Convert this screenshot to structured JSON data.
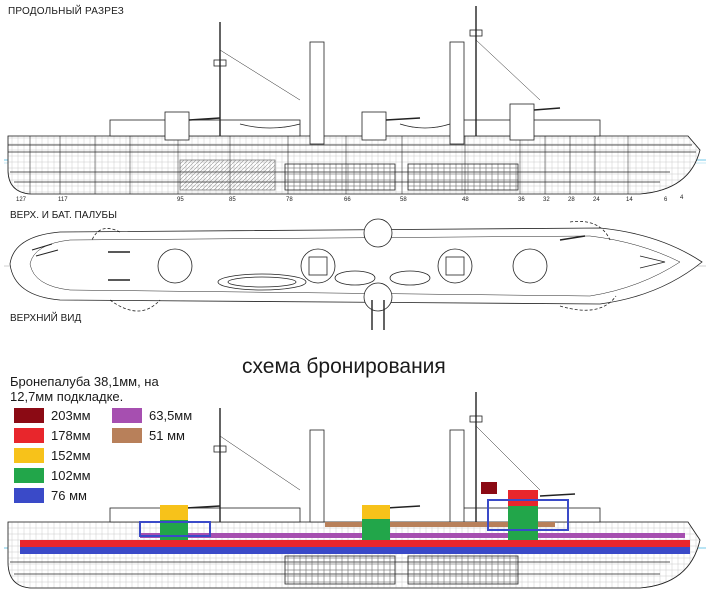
{
  "labels": {
    "section_profile": "ПРОДОЛЬНЫЙ РАЗРЕЗ",
    "section_decks": "ВЕРХ. И БАТ. ПАЛУБЫ",
    "section_top": "ВЕРХНИЙ ВИД",
    "title": "схема бронирования",
    "deck_armor": "Бронепалуба 38,1мм, на\n12,7мм подкладке."
  },
  "frames": [
    "127",
    "117",
    "95",
    "85",
    "78",
    "66",
    "58",
    "48",
    "36",
    "32",
    "28",
    "24",
    "14",
    "6",
    "4"
  ],
  "legend": [
    {
      "label": "203мм",
      "color": "#8b0a14"
    },
    {
      "label": "178мм",
      "color": "#e8262c"
    },
    {
      "label": "152мм",
      "color": "#f7c21a"
    },
    {
      "label": "102мм",
      "color": "#22a64a"
    },
    {
      "label": "76 мм",
      "color": "#3a4ac8"
    },
    {
      "label": "63,5мм",
      "color": "#a64fb0"
    },
    {
      "label": "51 мм",
      "color": "#b8805a"
    }
  ]
}
